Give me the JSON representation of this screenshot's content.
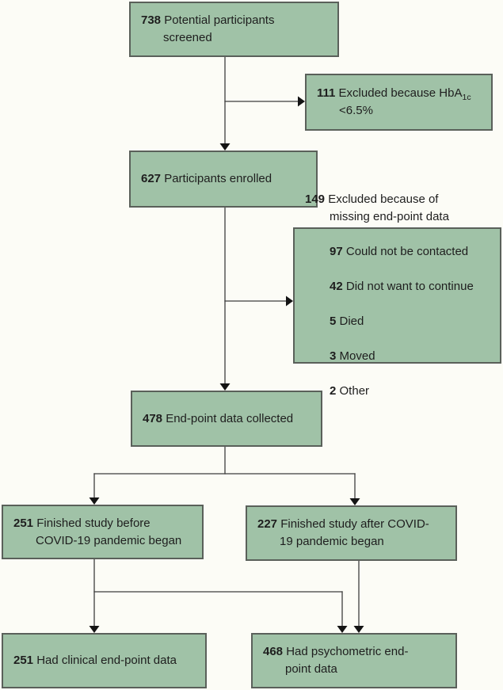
{
  "diagram": {
    "background": "#fcfcf6",
    "box_fill": "#a0c2a7",
    "box_border": "#5a605a",
    "line_color": "#3d3d3d",
    "arrow_color": "#141414",
    "text_color": "#1e1e1e",
    "nodes": {
      "screened": {
        "count": "738",
        "label": "Potential participants\nscreened"
      },
      "excluded_hba1c": {
        "count": "111",
        "label_pre": "Excluded because HbA",
        "subscript": "1c",
        "label_post": "\n<6.5%"
      },
      "enrolled": {
        "count": "627",
        "label": "Participants enrolled"
      },
      "excluded_endpoint": {
        "count": "149",
        "label": "Excluded because of\nmissing end-point data",
        "reasons": [
          {
            "count": "97",
            "label": "Could not be contacted"
          },
          {
            "count": "42",
            "label": "Did not want to continue"
          },
          {
            "count": "5",
            "label": "Died"
          },
          {
            "count": "3",
            "label": "Moved"
          },
          {
            "count": "2",
            "label": "Other"
          }
        ]
      },
      "endpoint_collected": {
        "count": "478",
        "label": "End-point data collected"
      },
      "finished_before": {
        "count": "251",
        "label": "Finished study before\nCOVID-19 pandemic began"
      },
      "finished_after": {
        "count": "227",
        "label": "Finished study after COVID-\n19 pandemic began"
      },
      "clinical_endpoint": {
        "count": "251",
        "label": "Had clinical end-point data"
      },
      "psychometric_endpoint": {
        "count": "468",
        "label": "Had psychometric end-\npoint data"
      }
    }
  }
}
